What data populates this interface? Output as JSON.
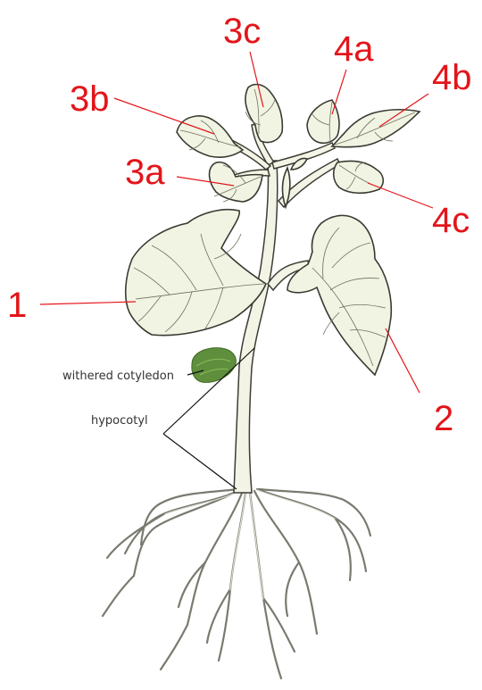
{
  "labels": {
    "l1": "1",
    "l2": "2",
    "l3a": "3a",
    "l3b": "3b",
    "l3c": "3c",
    "l4a": "4a",
    "l4b": "4b",
    "l4c": "4c",
    "withered_cotyledon": "withered cotyledon",
    "hypocotyl": "hypocotyl"
  },
  "colors": {
    "label_red": "#e3151a",
    "leaf_fill": "#f1f4e3",
    "cotyledon_green": "#5f8f3c"
  }
}
